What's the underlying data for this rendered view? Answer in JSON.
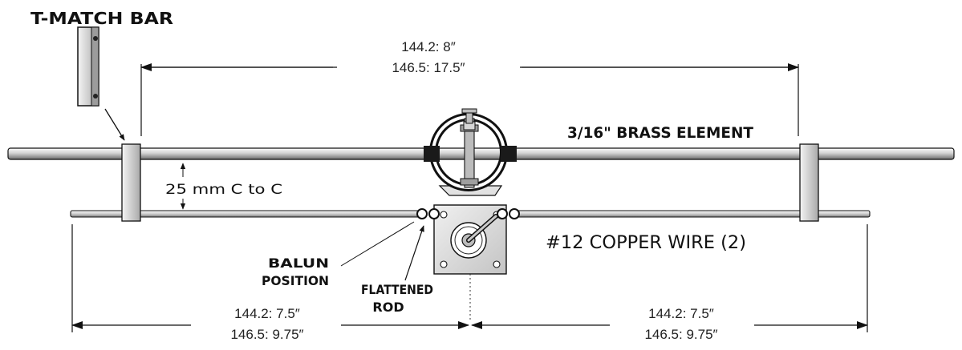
{
  "labels": {
    "tmatch_bar": "T-MATCH BAR",
    "brass_element": "3/16\" BRASS ELEMENT",
    "spacing": "25 mm C to C",
    "copper_wire": "#12 COPPER WIRE  (2)",
    "balun_line1": "BALUN",
    "balun_line2": "POSITION",
    "flattened_line1": "FLATTENED",
    "flattened_line2": "ROD"
  },
  "dimensions": {
    "top_line1": "144.2: 8″",
    "top_line2": "146.5: 17.5″",
    "bottom_left_line1": "144.2:  7.5″",
    "bottom_left_line2": "146.5:  9.75″",
    "bottom_right_line1": "144.2:  7.5″",
    "bottom_right_line2": "146.5:  9.75″"
  },
  "colors": {
    "ink": "#111111",
    "rod_light": "#f2f2f2",
    "rod_mid": "#bdbdbd",
    "rod_dark": "#6e6e6e",
    "block_light": "#e6e6e6",
    "block_dark": "#9a9a9a"
  }
}
